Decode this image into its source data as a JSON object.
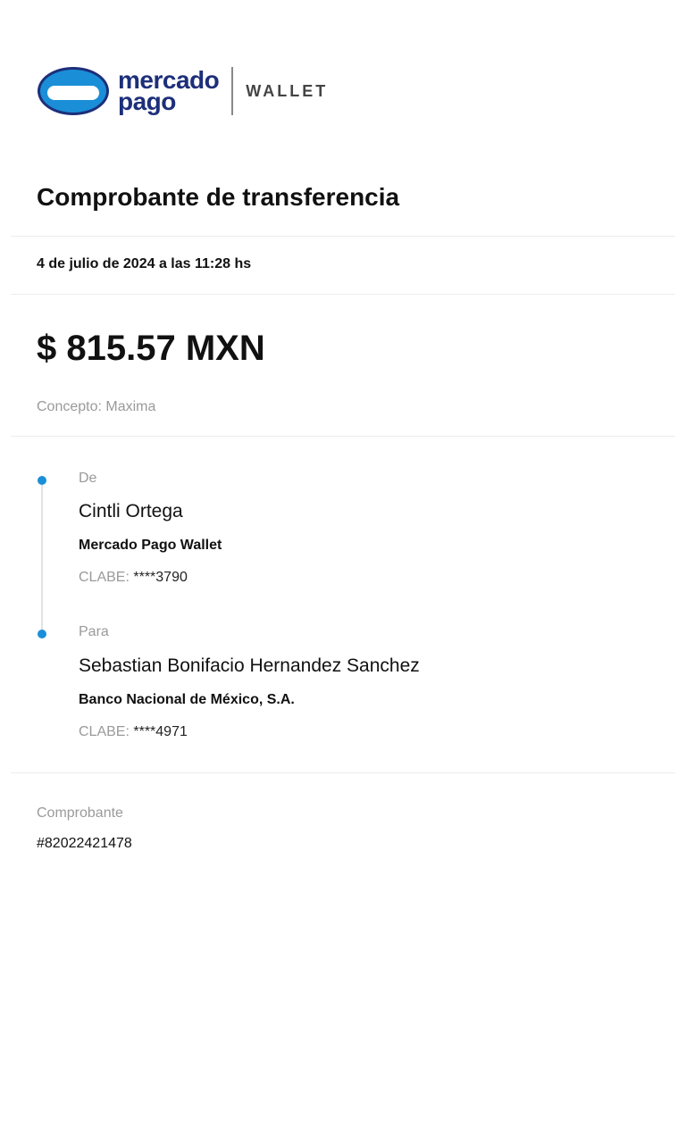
{
  "logo": {
    "brand_line1": "mercado",
    "brand_line2": "pago",
    "product": "WALLET"
  },
  "title": "Comprobante de transferencia",
  "date": "4 de julio de 2024 a las 11:28 hs",
  "amount": "$ 815.57 MXN",
  "concept": "Concepto: Maxima",
  "from": {
    "label": "De",
    "name": "Cintli Ortega",
    "bank": "Mercado Pago Wallet",
    "clabe_label": "CLABE:",
    "clabe": "****3790"
  },
  "to": {
    "label": "Para",
    "name": "Sebastian Bonifacio Hernandez Sanchez",
    "bank": "Banco Nacional de México, S.A.",
    "clabe_label": "CLABE:",
    "clabe": "****4971"
  },
  "receipt": {
    "label": "Comprobante",
    "number": "#82022421478"
  },
  "colors": {
    "accent": "#1a8fd8",
    "brand": "#1d2f7a"
  }
}
